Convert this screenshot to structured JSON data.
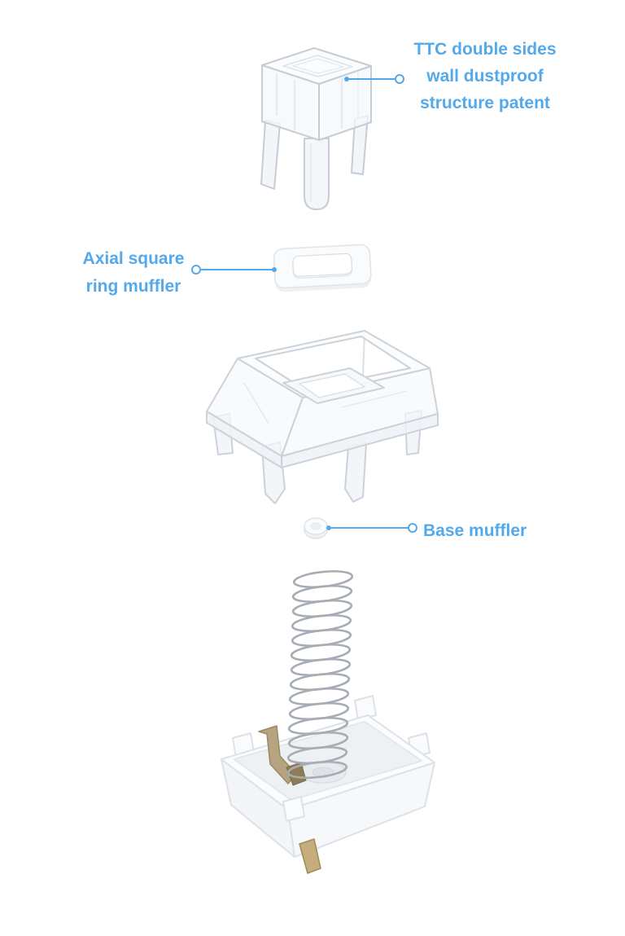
{
  "page": {
    "background": "#ffffff",
    "accent": "#53a9e9"
  },
  "callouts": {
    "top_housing": {
      "line1": "TTC double sides",
      "line2": "wall dustproof",
      "line3": "structure patent"
    },
    "ring_muffler": {
      "line1": "Axial square",
      "line2": "ring muffler"
    },
    "base_muffler": {
      "label": "Base muffler"
    }
  },
  "parts": {
    "stem": "transparent-stem-dustproof-cover",
    "ring": "axial-square-ring-muffler",
    "upper_housing": "transparent-upper-housing",
    "base_muffler": "base-muffler-pad",
    "spring": "coil-spring",
    "bottom_housing": "bottom-housing-with-gold-contact"
  },
  "colors": {
    "plastic_stroke": "#c9cfd6",
    "plastic_fill": "rgba(244,247,250,0.75)",
    "gold_leaf": "#b6a37f",
    "gold_pin": "#c5ad7e"
  }
}
